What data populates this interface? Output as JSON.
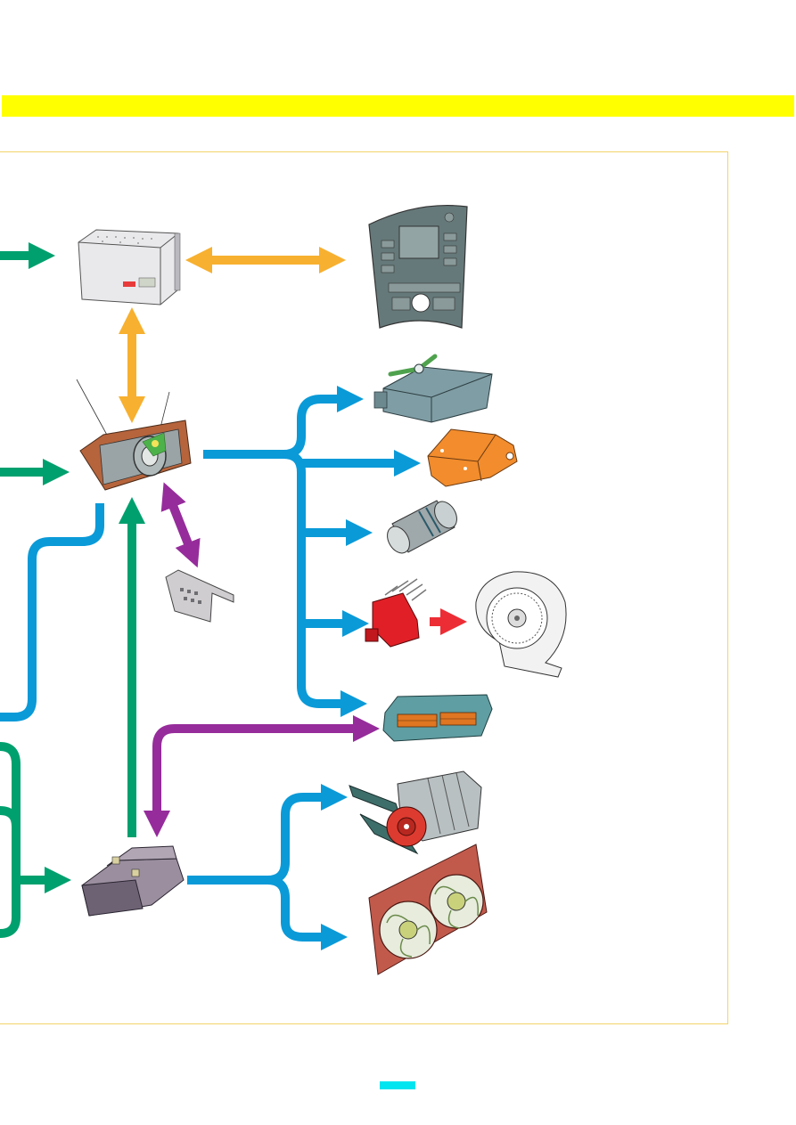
{
  "colors": {
    "header_bar": "#ffff00",
    "frame_border": "#f2d46a",
    "page_tab": "#00e5f0",
    "green_link": "#00a06e",
    "orange_link": "#f7b02f",
    "blue_link": "#0a9ad8",
    "purple_link": "#962c9b",
    "red_link": "#ec2d35"
  },
  "components": [
    {
      "id": "bsi",
      "icon": "bsi-unit-icon"
    },
    {
      "id": "display",
      "icon": "control-panel-display-icon"
    },
    {
      "id": "hvac-ecu",
      "icon": "climate-control-ecu-icon"
    },
    {
      "id": "diag-socket",
      "icon": "diagnostic-socket-icon"
    },
    {
      "id": "flap-motor-1",
      "icon": "flap-actuator-icon"
    },
    {
      "id": "flap-motor-2",
      "icon": "flap-actuator-orange-icon"
    },
    {
      "id": "temperature-sensor",
      "icon": "sensor-cylinder-icon"
    },
    {
      "id": "blower-module",
      "icon": "blower-control-module-icon"
    },
    {
      "id": "blower-fan",
      "icon": "blower-fan-icon"
    },
    {
      "id": "engine-ecu",
      "icon": "engine-ecu-icon"
    },
    {
      "id": "relay-box",
      "icon": "relay-box-icon"
    },
    {
      "id": "compressor",
      "icon": "ac-compressor-icon"
    },
    {
      "id": "cooling-fans",
      "icon": "cooling-fan-assembly-icon"
    }
  ]
}
